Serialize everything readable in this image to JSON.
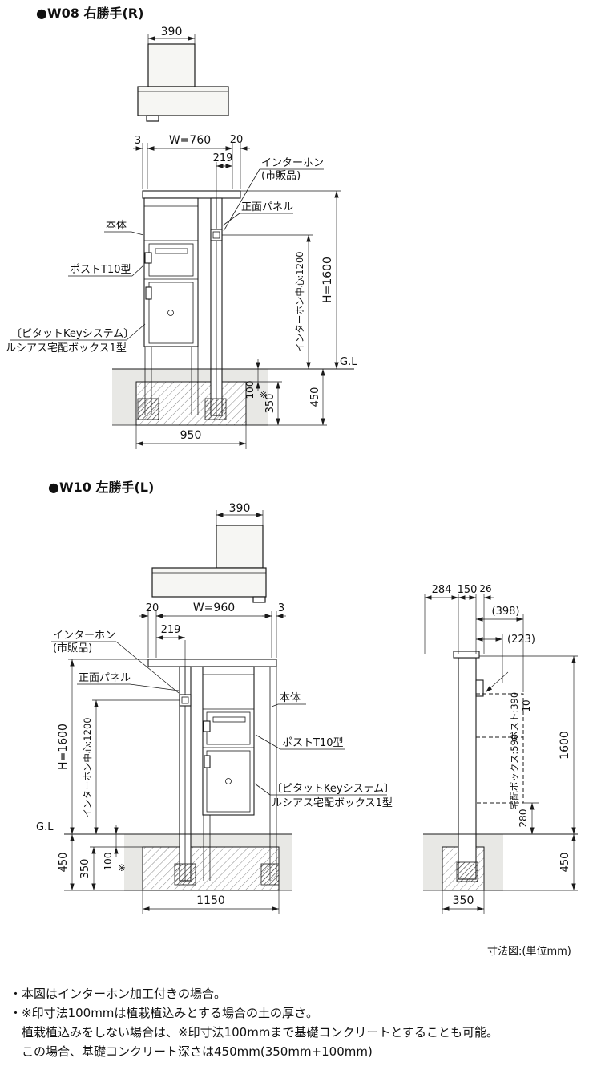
{
  "w08": {
    "title": "●W08 右勝手(R)",
    "plan": {
      "width": "390"
    },
    "dims": {
      "offset_left": "3",
      "width": "W=760",
      "offset_right": "20",
      "intercom_offset": "219",
      "height": "H=1600",
      "intercom_center": "インターホン中心:1200",
      "ground_level": "G.L",
      "soil_depth": "100",
      "note_mark": "※",
      "footing_depth": "350",
      "total_depth": "450",
      "base_width": "950"
    },
    "labels": {
      "intercom_line1": "インターホン",
      "intercom_line2": "(市販品)",
      "front_panel": "正面パネル",
      "body": "本体",
      "post": "ポストT10型",
      "delivery_line1": "〔ピタットKeyシステム〕",
      "delivery_line2": "ルシアス宅配ボックス1型"
    }
  },
  "w10": {
    "title": "●W10 左勝手(L)",
    "plan": {
      "width": "390"
    },
    "dims": {
      "offset_left": "20",
      "width": "W=960",
      "offset_right": "3",
      "intercom_offset": "219",
      "height": "H=1600",
      "intercom_center": "インターホン中心:1200",
      "ground_level": "G.L",
      "soil_depth": "100",
      "note_mark": "※",
      "footing_depth": "350",
      "total_depth": "450",
      "base_width": "1150"
    },
    "labels": {
      "intercom_line1": "インターホン",
      "intercom_line2": "(市販品)",
      "front_panel": "正面パネル",
      "body": "本体",
      "post": "ポストT10型",
      "delivery_line1": "〔ピタットKeyシステム〕",
      "delivery_line2": "ルシアス宅配ボックス1型"
    }
  },
  "side": {
    "dims": {
      "front": "284",
      "post": "150",
      "back": "26",
      "depth_total": "(398)",
      "depth_upper": "(223)",
      "gap": "10",
      "height": "1600",
      "post_height": "ポスト:390",
      "box_height": "宅配ボックス:590",
      "clearance": "280",
      "total_depth": "450",
      "footing_width": "350"
    }
  },
  "caption": "寸法図:(単位mm)",
  "notes": [
    "・本図はインターホン加工付きの場合。",
    "・※印寸法100mmは植栽植込みとする場合の土の厚さ。",
    "　植栽植込みをしない場合は、※印寸法100mmまで基礎コンクリートとすることも可能。",
    "　この場合、基礎コンクリート深さは450mm(350mm+100mm)"
  ]
}
